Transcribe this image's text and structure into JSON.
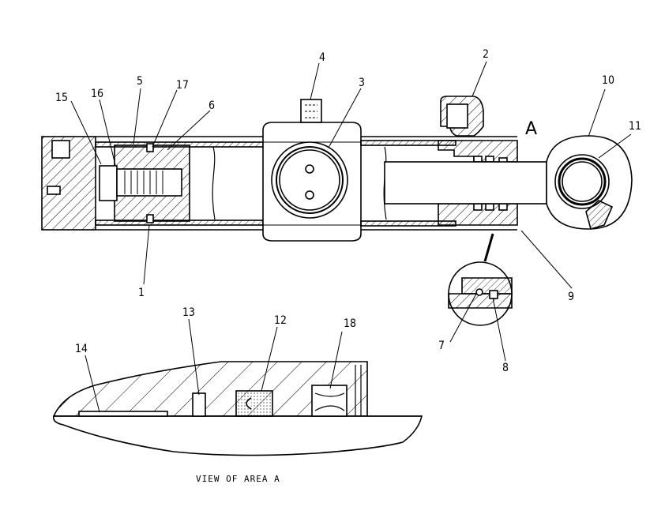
{
  "callouts": [
    "1",
    "2",
    "3",
    "4",
    "5",
    "6",
    "7",
    "8",
    "9",
    "10",
    "11",
    "12",
    "13",
    "14",
    "15",
    "16",
    "17",
    "18"
  ],
  "area_letter": "A",
  "caption": "VIEW OF AREA A"
}
